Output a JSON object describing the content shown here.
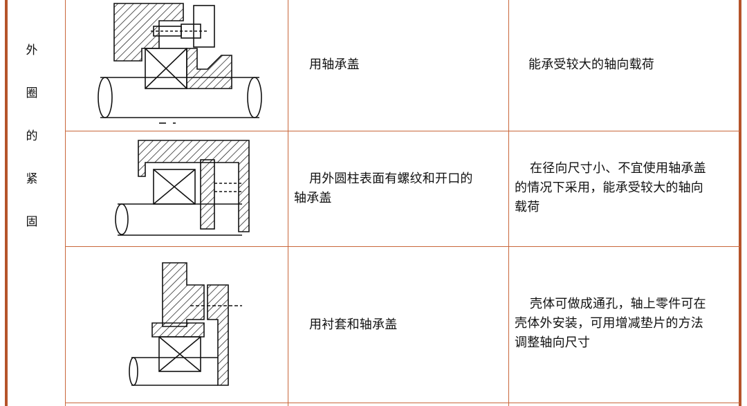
{
  "left_column": {
    "chars": [
      "外",
      "圈",
      "的",
      "紧",
      "固"
    ]
  },
  "rows": [
    {
      "method": "用轴承盖",
      "feature": "能承受较大的轴向载荷",
      "figure": "bearing-cover-diagram"
    },
    {
      "method_lines": [
        "用外圆柱表面有螺纹和开口的",
        "轴承盖"
      ],
      "feature_lines": [
        "在径向尺寸小、不宜使用轴承盖",
        "的情况下采用，能承受较大的轴向",
        "载荷"
      ],
      "figure": "threaded-cover-diagram"
    },
    {
      "method": "用衬套和轴承盖",
      "feature_lines": [
        "壳体可做成通孔，轴上零件可在",
        "壳体外安装，可用增减垫片的方法",
        "调整轴向尺寸"
      ],
      "figure": "sleeve-cover-diagram"
    }
  ],
  "colors": {
    "grid": "#c8663a",
    "outer": "#b5542a"
  }
}
